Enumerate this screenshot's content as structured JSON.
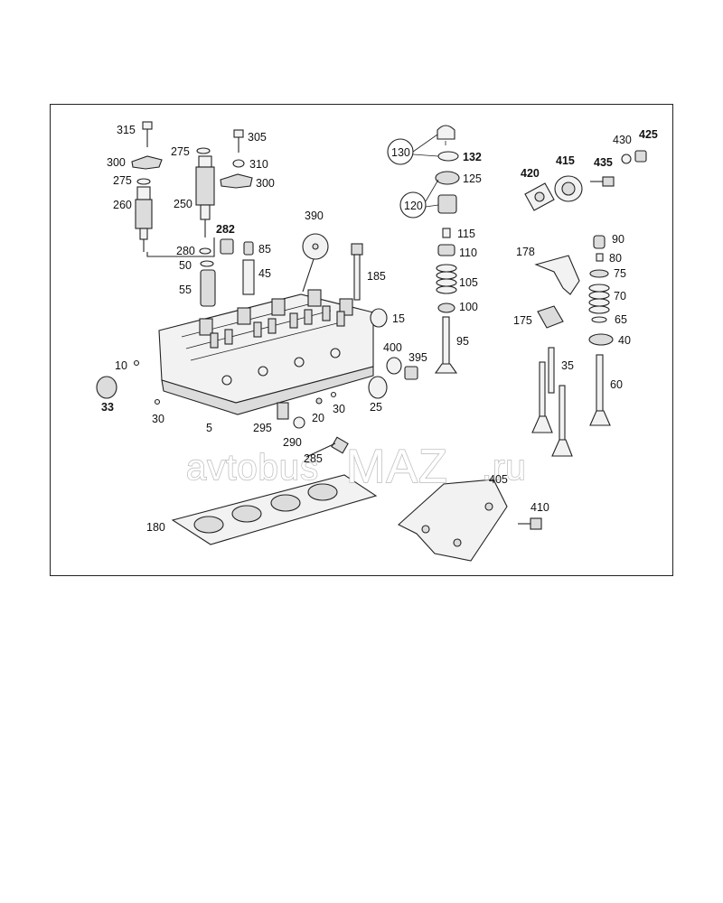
{
  "labels": {
    "l315": "315",
    "l305": "305",
    "l275a": "275",
    "l300a": "300",
    "l310": "310",
    "l275b": "275",
    "l300b": "300",
    "l260": "260",
    "l250": "250",
    "l282": "282",
    "l280": "280",
    "l85": "85",
    "l50": "50",
    "l45": "45",
    "l55": "55",
    "l390": "390",
    "l185": "185",
    "l15": "15",
    "l10": "10",
    "l33": "33",
    "l30a": "30",
    "l5": "5",
    "l295": "295",
    "l20": "20",
    "l30b": "30",
    "l25": "25",
    "l400": "400",
    "l395": "395",
    "l290": "290",
    "l285": "285",
    "l180": "180",
    "l130": "130",
    "l132": "132",
    "l125": "125",
    "l120": "120",
    "l115": "115",
    "l110": "110",
    "l105": "105",
    "l100": "100",
    "l95": "95",
    "l420": "420",
    "l415": "415",
    "l430": "430",
    "l425": "425",
    "l435": "435",
    "l178": "178",
    "l90": "90",
    "l80": "80",
    "l75": "75",
    "l70": "70",
    "l175": "175",
    "l65": "65",
    "l40": "40",
    "l35": "35",
    "l60": "60",
    "l405": "405",
    "l410": "410"
  },
  "watermark": {
    "part1": "avtobus",
    "part2": "MAZ",
    "part3": ".ru"
  }
}
